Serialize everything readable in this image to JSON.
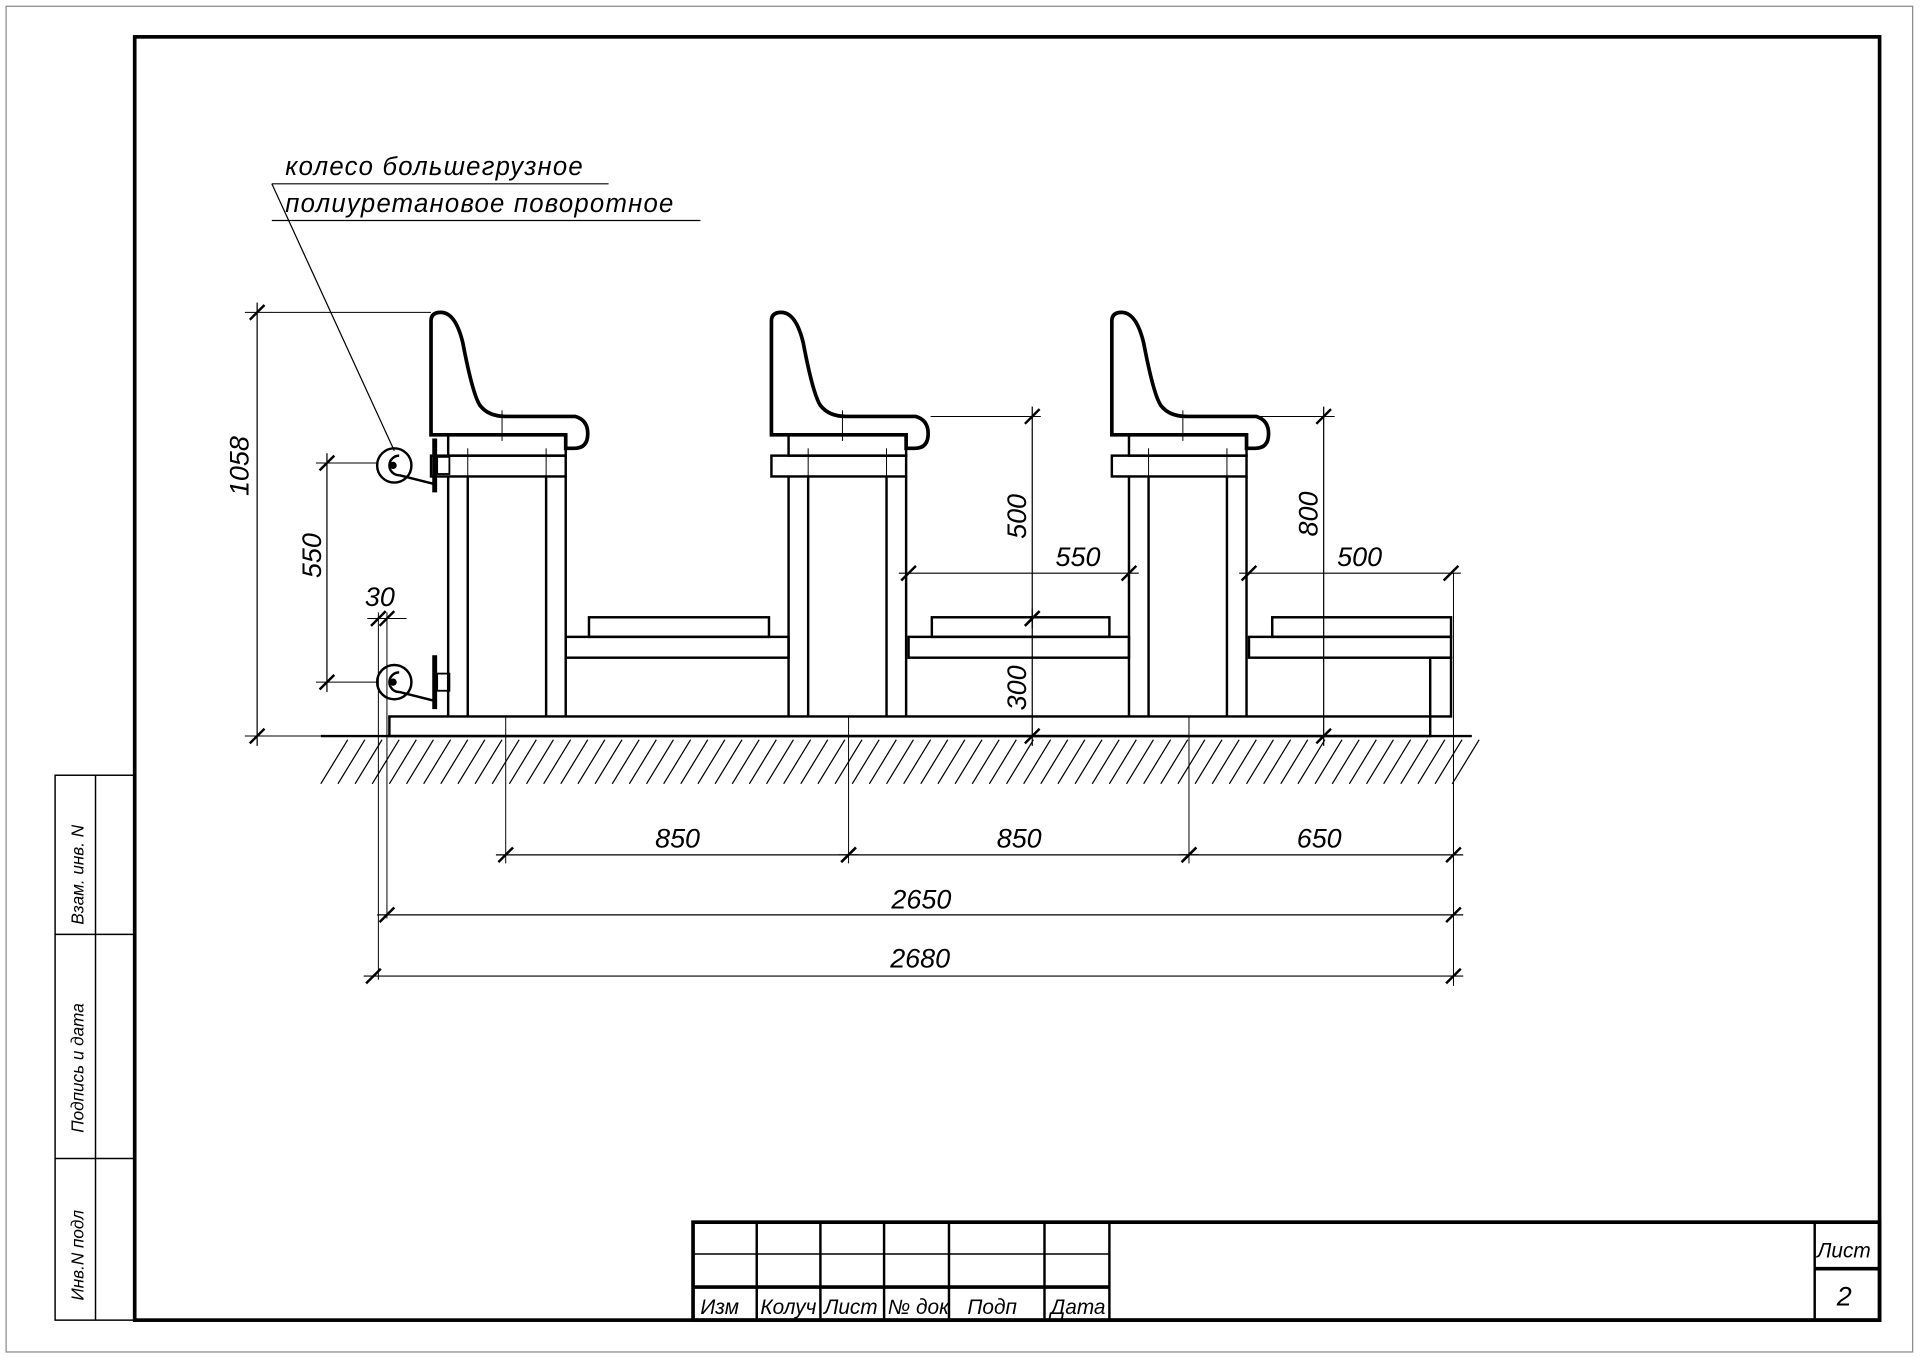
{
  "annotation": {
    "line1": "колесо большегрузное",
    "line2": "полиуретановое поворотное"
  },
  "dimensions": {
    "height_total": "1058",
    "wheel_spacing": "550",
    "wheel_offset": "30",
    "seat_to_foot": "500",
    "foot_height": "300",
    "seat_height": "800",
    "gap_mid": "550",
    "gap_end": "500",
    "pitch_1": "850",
    "pitch_2": "850",
    "pitch_3": "650",
    "length_inner": "2650",
    "length_total": "2680"
  },
  "side_stamp": {
    "row1": "Взам. инв. N",
    "row2": "Подпись и дата",
    "row3": "Инв.N подл"
  },
  "title_block": {
    "columns": [
      "Изм",
      "Колуч",
      "Лист",
      "№ док",
      "Подп",
      "Дата"
    ],
    "sheet_label": "Лист",
    "sheet_number": "2"
  }
}
